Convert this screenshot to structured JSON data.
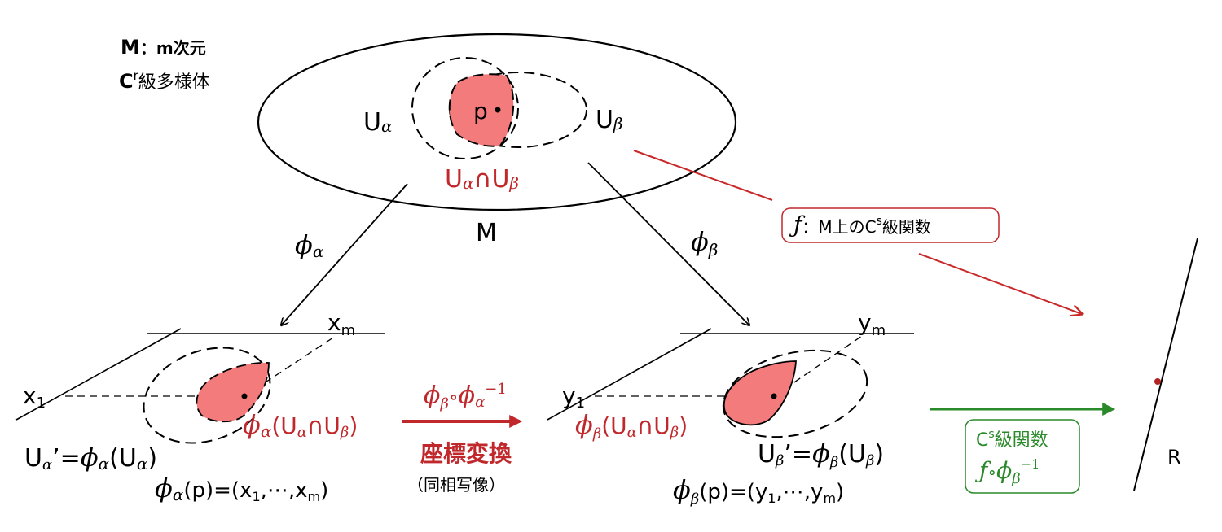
{
  "colors": {
    "black": "#000000",
    "red_fill": "#f47b7b",
    "red_text": "#c0282c",
    "arrow_red": "#c82828",
    "green": "#2a8a2a",
    "point_red": "#b22222"
  },
  "manifold": {
    "desc_line1_M": "M",
    "desc_line1_rest": "：m次元",
    "desc_line2_C": "C",
    "desc_line2_sup": "r",
    "desc_line2_rest": "級多様体",
    "label": "M",
    "point": "p",
    "U": "U",
    "alpha": "α",
    "beta": "β",
    "cap": "∩"
  },
  "maps": {
    "phi": "ϕ",
    "alpha": "α",
    "beta": "β"
  },
  "function_box": {
    "f": "ƒ",
    "rest": "：M上のC",
    "sup": "s",
    "tail": "級関数"
  },
  "left_plane": {
    "axis_x1": "x",
    "axis_x1_sub": "1",
    "axis_xm": "x",
    "axis_xm_sub": "m",
    "image_text": "(U",
    "image_cap": "∩U",
    "close": ")",
    "U_prime": "U",
    "eq": "’=",
    "U_close": ")",
    "point_eq_pre": "(p)=(x",
    "point_eq_sub1": "1",
    "point_eq_mid": ",⋯,x",
    "point_eq_subm": "m",
    "point_eq_end": ")"
  },
  "transition": {
    "composition_ring": "∘",
    "inverse": "−1",
    "label": "座標変換",
    "sublabel": "（同相写像）"
  },
  "right_plane": {
    "axis_y1": "y",
    "axis_y1_sub": "1",
    "axis_ym": "y",
    "axis_ym_sub": "m",
    "point_eq_pre": "(p)=(y",
    "point_eq_sub1": "1",
    "point_eq_mid": ",⋯,y",
    "point_eq_subm": "m",
    "point_eq_end": ")"
  },
  "green_box": {
    "line1_C": "C",
    "line1_sup": "s",
    "line1_rest": "級関数",
    "f": "ƒ",
    "ring": "∘",
    "inv": "−1"
  },
  "real_line": {
    "label": "R"
  }
}
